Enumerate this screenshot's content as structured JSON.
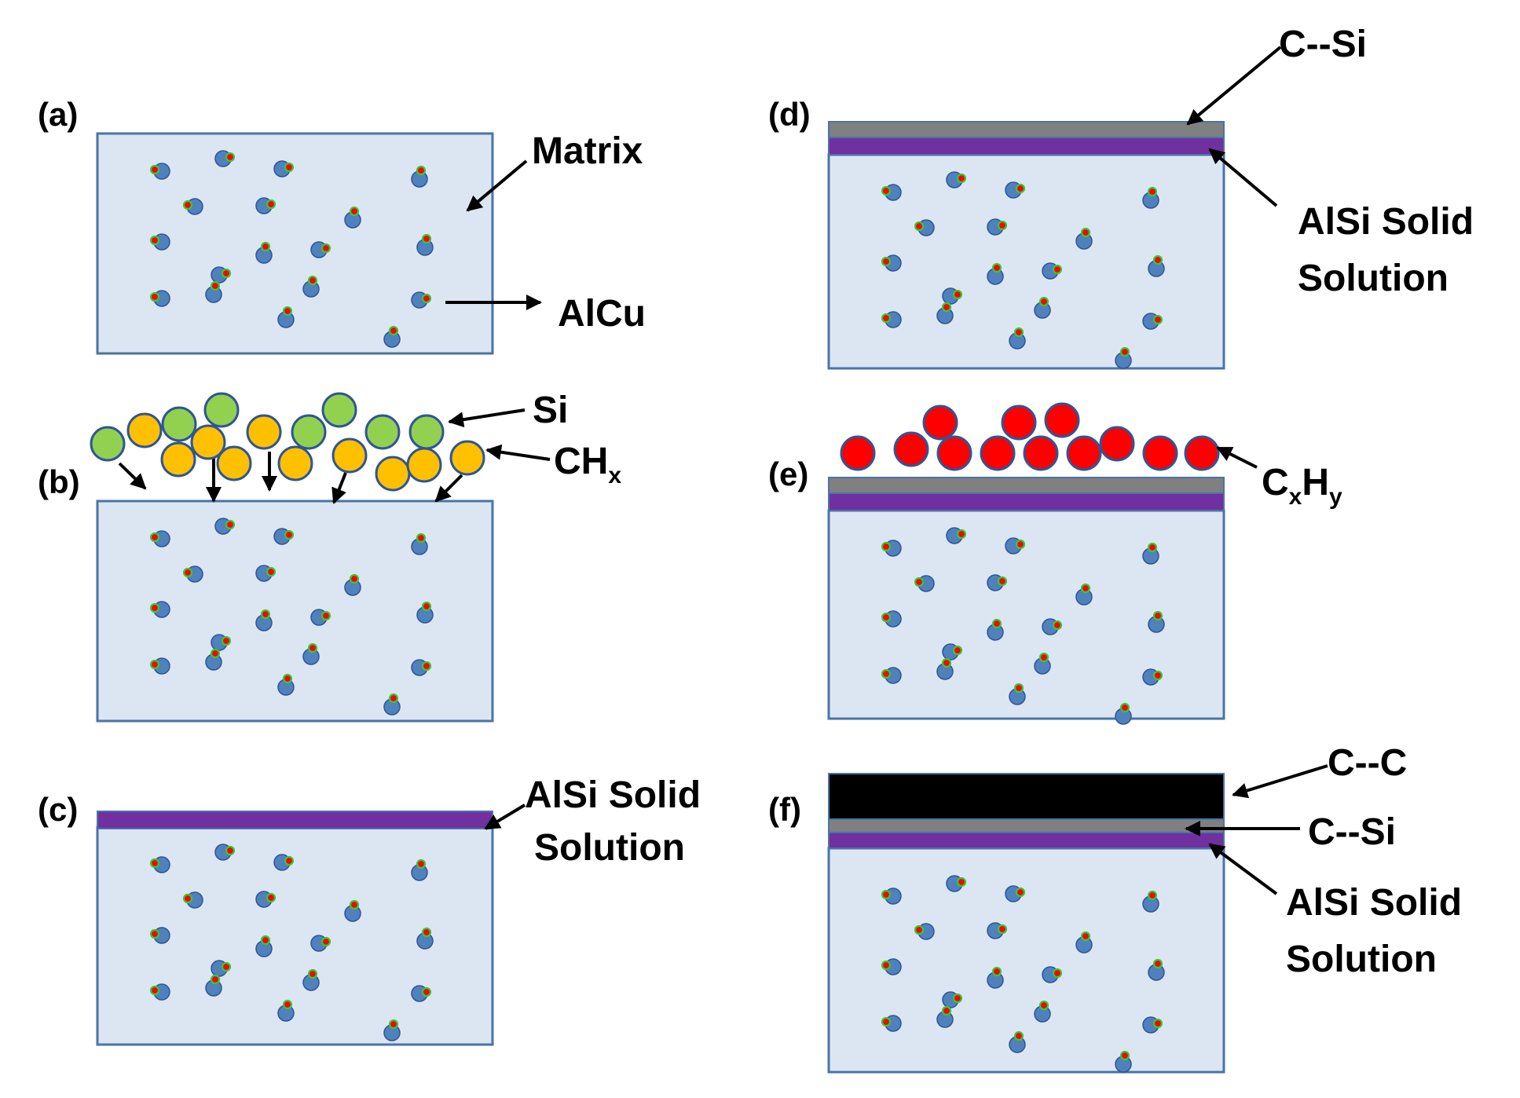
{
  "colors": {
    "matrix_fill": "#dce6f2",
    "matrix_stroke": "#4a74a8",
    "particle_blue": "#4f81bd",
    "dot_red": "#ff0000",
    "dot_green": "#33cc33",
    "alsi_layer": "#7030a0",
    "csi_layer": "#808080",
    "cc_layer": "#000000",
    "si_atom": "#92d050",
    "chx_atom": "#ffc000",
    "cxhy_atom": "#ff0000",
    "atom_stroke": "#2f5597"
  },
  "panels": {
    "a": {
      "label": "(a)",
      "matrix": "Matrix",
      "particle": "AlCu"
    },
    "b": {
      "label": "(b)",
      "si": "Si",
      "chx_main": "CH",
      "chx_sub": "x"
    },
    "c": {
      "label": "(c)",
      "alsi_line1": "AlSi Solid",
      "alsi_line2": "Solution"
    },
    "d": {
      "label": "(d)",
      "csi": "C--Si",
      "alsi_line1": "AlSi Solid",
      "alsi_line2": "Solution"
    },
    "e": {
      "label": "(e)",
      "c": "C",
      "x": "x",
      "h": "H",
      "y": "y"
    },
    "f": {
      "label": "(f)",
      "cc": "C--C",
      "csi": "C--Si",
      "alsi_line1": "AlSi Solid",
      "alsi_line2": "Solution"
    }
  }
}
